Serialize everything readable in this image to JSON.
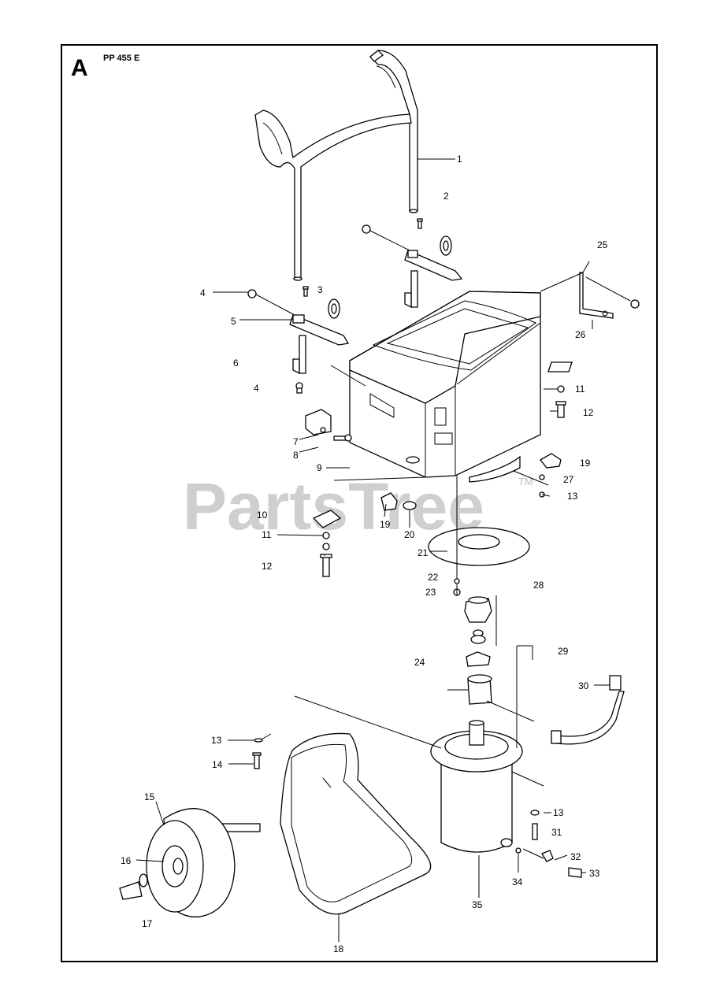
{
  "header": {
    "section_letter": "A",
    "model": "PP 455 E"
  },
  "watermark": {
    "text": "PartsTree",
    "trademark": "TM",
    "color": "#cfcfcf"
  },
  "colors": {
    "line": "#000000",
    "background": "#ffffff"
  },
  "callouts": [
    "1",
    "2",
    "3",
    "4",
    "5",
    "6",
    "4",
    "7",
    "8",
    "9",
    "10",
    "11",
    "12",
    "19",
    "20",
    "21",
    "22",
    "23",
    "24",
    "25",
    "26",
    "11",
    "12",
    "19",
    "27",
    "13",
    "28",
    "29",
    "30",
    "13",
    "14",
    "15",
    "16",
    "17",
    "18",
    "13",
    "31",
    "32",
    "33",
    "34",
    "35"
  ]
}
